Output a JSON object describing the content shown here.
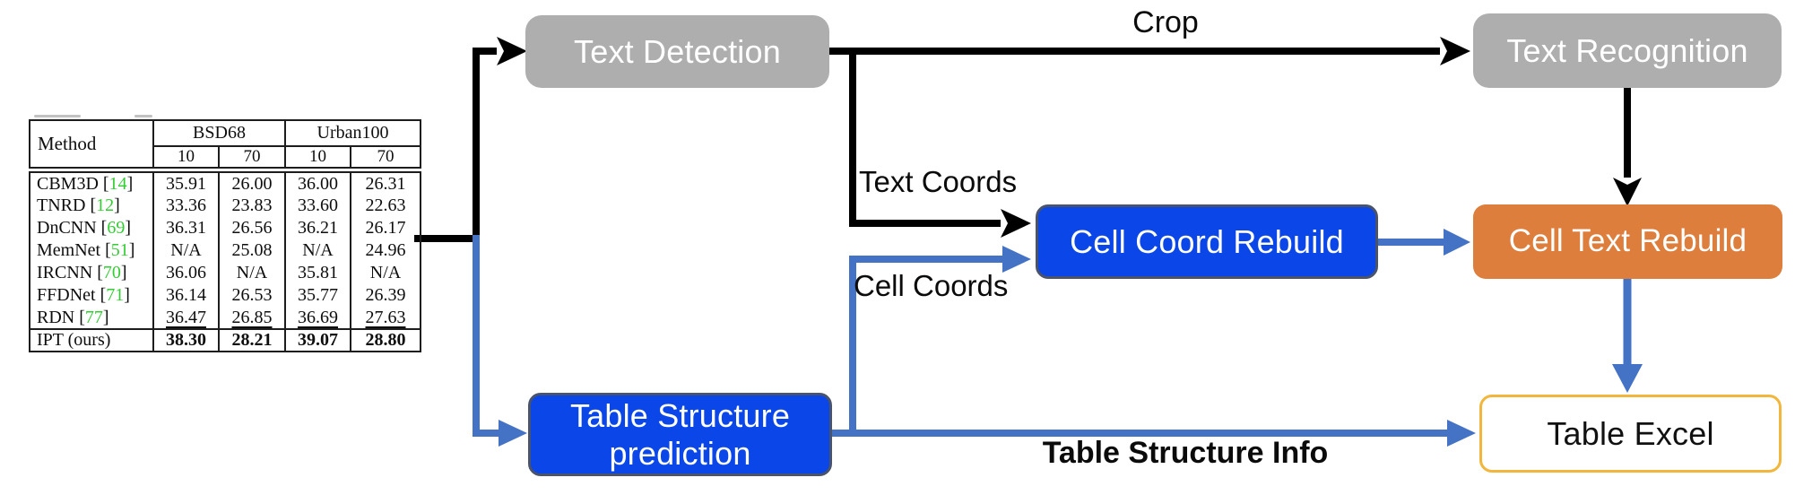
{
  "diagram": {
    "nodes": {
      "text_detection": "Text Detection",
      "text_recognition": "Text Recognition",
      "cell_coord_rebuild": "Cell Coord Rebuild",
      "cell_text_rebuild": "Cell Text Rebuild",
      "table_structure_prediction": "Table Structure prediction",
      "table_excel": "Table Excel"
    },
    "edge_labels": {
      "crop": "Crop",
      "text_coords": "Text Coords",
      "cell_coords": "Cell Coords",
      "table_structure_info": "Table Structure Info"
    }
  },
  "colors": {
    "node_gray": "#AFAEAE",
    "node_blue": "#0A46E8",
    "node_blue_border": "#49536B",
    "node_orange": "#DE7E3D",
    "excel_border": "#F2B63C",
    "arrow_blue": "#4472C4",
    "arrow_black": "#000000",
    "citation_green": "#32CD32"
  },
  "table": {
    "header": {
      "method": "Method",
      "groups": [
        "BSD68",
        "Urban100"
      ],
      "sub": [
        "10",
        "70",
        "10",
        "70"
      ]
    },
    "rows": [
      {
        "method": "CBM3D",
        "ref": "14",
        "values": [
          "35.91",
          "26.00",
          "36.00",
          "26.31"
        ]
      },
      {
        "method": "TNRD",
        "ref": "12",
        "values": [
          "33.36",
          "23.83",
          "33.60",
          "22.63"
        ]
      },
      {
        "method": "DnCNN",
        "ref": "69",
        "values": [
          "36.31",
          "26.56",
          "36.21",
          "26.17"
        ]
      },
      {
        "method": "MemNet",
        "ref": "51",
        "values": [
          "N/A",
          "25.08",
          "N/A",
          "24.96"
        ]
      },
      {
        "method": "IRCNN",
        "ref": "70",
        "values": [
          "36.06",
          "N/A",
          "35.81",
          "N/A"
        ]
      },
      {
        "method": "FFDNet",
        "ref": "71",
        "values": [
          "36.14",
          "26.53",
          "35.77",
          "26.39"
        ]
      },
      {
        "method": "RDN",
        "ref": "77",
        "values": [
          "36.47",
          "26.85",
          "36.69",
          "27.63"
        ],
        "underline": true
      },
      {
        "method": "IPT (ours)",
        "ref": null,
        "values": [
          "38.30",
          "28.21",
          "39.07",
          "28.80"
        ],
        "bold": true
      }
    ]
  }
}
